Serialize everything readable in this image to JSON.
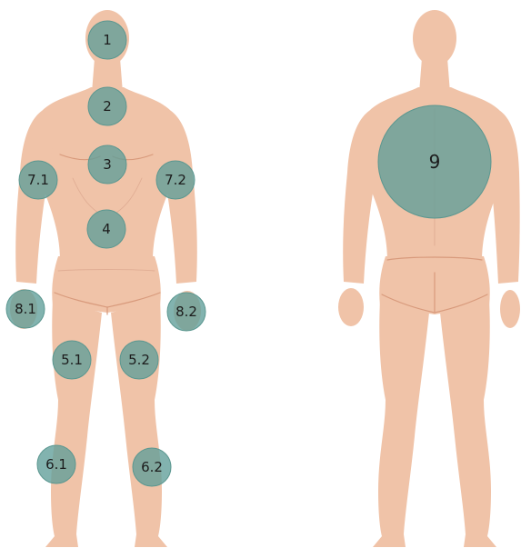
{
  "figure": {
    "views": [
      "front",
      "back"
    ],
    "colors": {
      "background": "#ffffff",
      "skin": "#f0c3a8",
      "skin_outline": "#d89a7c",
      "marker_fill": "#5f9e98",
      "marker_text": "#1c1c1c"
    },
    "markers": [
      {
        "id": "m1",
        "label": "1",
        "view": "front",
        "region": "head"
      },
      {
        "id": "m2",
        "label": "2",
        "view": "front",
        "region": "neck"
      },
      {
        "id": "m3",
        "label": "3",
        "view": "front",
        "region": "chest"
      },
      {
        "id": "m4",
        "label": "4",
        "view": "front",
        "region": "abdomen"
      },
      {
        "id": "m71",
        "label": "7.1",
        "view": "front",
        "region": "right-upper-arm"
      },
      {
        "id": "m72",
        "label": "7.2",
        "view": "front",
        "region": "left-upper-arm"
      },
      {
        "id": "m81",
        "label": "8.1",
        "view": "front",
        "region": "right-hand"
      },
      {
        "id": "m82",
        "label": "8.2",
        "view": "front",
        "region": "left-hand"
      },
      {
        "id": "m51",
        "label": "5.1",
        "view": "front",
        "region": "right-knee"
      },
      {
        "id": "m52",
        "label": "5.2",
        "view": "front",
        "region": "left-knee"
      },
      {
        "id": "m61",
        "label": "6.1",
        "view": "front",
        "region": "right-ankle"
      },
      {
        "id": "m62",
        "label": "6.2",
        "view": "front",
        "region": "left-ankle"
      },
      {
        "id": "m9",
        "label": "9",
        "view": "back",
        "region": "upper-back"
      }
    ]
  }
}
